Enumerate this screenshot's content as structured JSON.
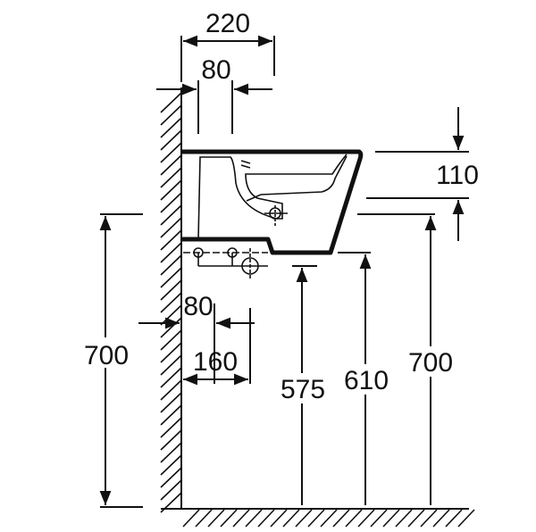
{
  "dimensions": {
    "top_overall": "220",
    "top_offset": "80",
    "right_height_110": "110",
    "left_height": "700",
    "lower_offset": "80",
    "lower_width": "160",
    "height_575": "575",
    "height_610": "610",
    "right_height_700": "700"
  }
}
